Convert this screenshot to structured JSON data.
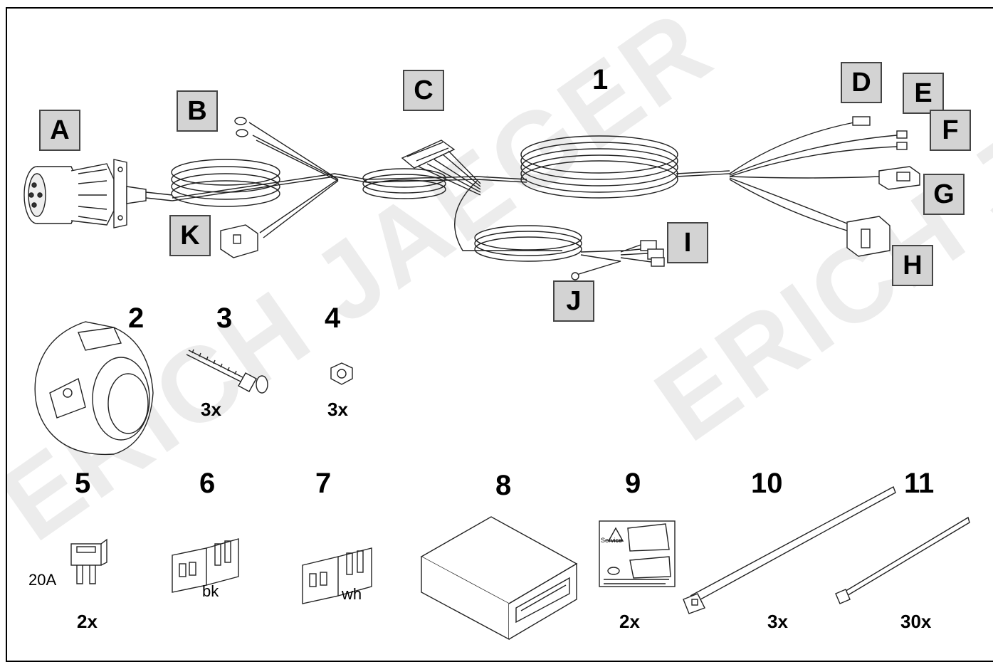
{
  "watermark": "ERICH JAEGER",
  "labels": {
    "A": "A",
    "B": "B",
    "C": "C",
    "D": "D",
    "E": "E",
    "F": "F",
    "G": "G",
    "H": "H",
    "I": "I",
    "J": "J",
    "K": "K"
  },
  "numbers": {
    "n1": "1",
    "n2": "2",
    "n3": "3",
    "n4": "4",
    "n5": "5",
    "n6": "6",
    "n7": "7",
    "n8": "8",
    "n9": "9",
    "n10": "10",
    "n11": "11"
  },
  "quantities": {
    "q3": "3x",
    "q4": "3x",
    "q5": "2x",
    "q9": "2x",
    "q10": "3x",
    "q11": "30x"
  },
  "part_text": {
    "fuse_rating": "20A",
    "connector_6_color": "bk",
    "connector_7_color": "wh",
    "sticker_service": "Service"
  }
}
